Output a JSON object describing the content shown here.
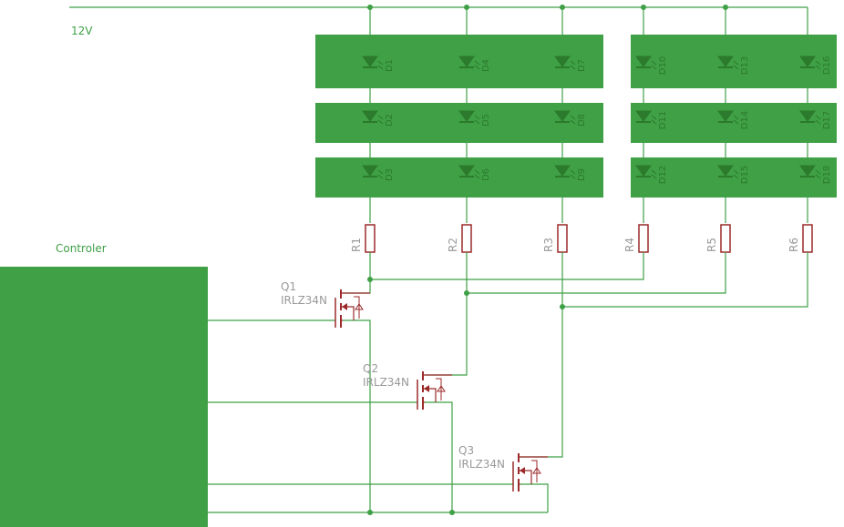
{
  "supply_label": "12V",
  "controller_label": "Controler",
  "leds": [
    "D1",
    "D2",
    "D3",
    "D4",
    "D5",
    "D6",
    "D7",
    "D8",
    "D9",
    "D10",
    "D11",
    "D12",
    "D13",
    "D14",
    "D15",
    "D16",
    "D17",
    "D18"
  ],
  "resistors": [
    "R1",
    "R2",
    "R3",
    "R4",
    "R5",
    "R6"
  ],
  "transistors": [
    {
      "name": "Q1",
      "part": "IRLZ34N"
    },
    {
      "name": "Q2",
      "part": "IRLZ34N"
    },
    {
      "name": "Q3",
      "part": "IRLZ34N"
    }
  ],
  "colors": {
    "board": "#3fa046",
    "wire": "#3fa046",
    "resistor": "#9c2a2a",
    "led": "#2c7a2c",
    "label": "#9a9a9a"
  }
}
